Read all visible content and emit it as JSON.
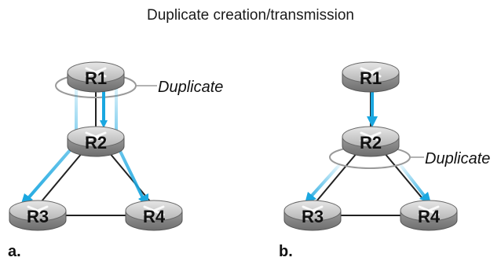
{
  "title": "Duplicate creation/transmission",
  "panels": [
    {
      "id": "a",
      "label": "a.",
      "routers": [
        "R1",
        "R2",
        "R3",
        "R4"
      ],
      "duplicate_label": "Duplicate",
      "duplicate_at": "R1"
    },
    {
      "id": "b",
      "label": "b.",
      "routers": [
        "R1",
        "R2",
        "R3",
        "R4"
      ],
      "duplicate_label": "Duplicate",
      "duplicate_at": "R2"
    }
  ],
  "colors": {
    "router_top": "#c9c9c9",
    "router_side": "#8c8c8c",
    "arrow": "#1aa7e0",
    "link": "#222222",
    "ring": "#9a9a9a"
  }
}
